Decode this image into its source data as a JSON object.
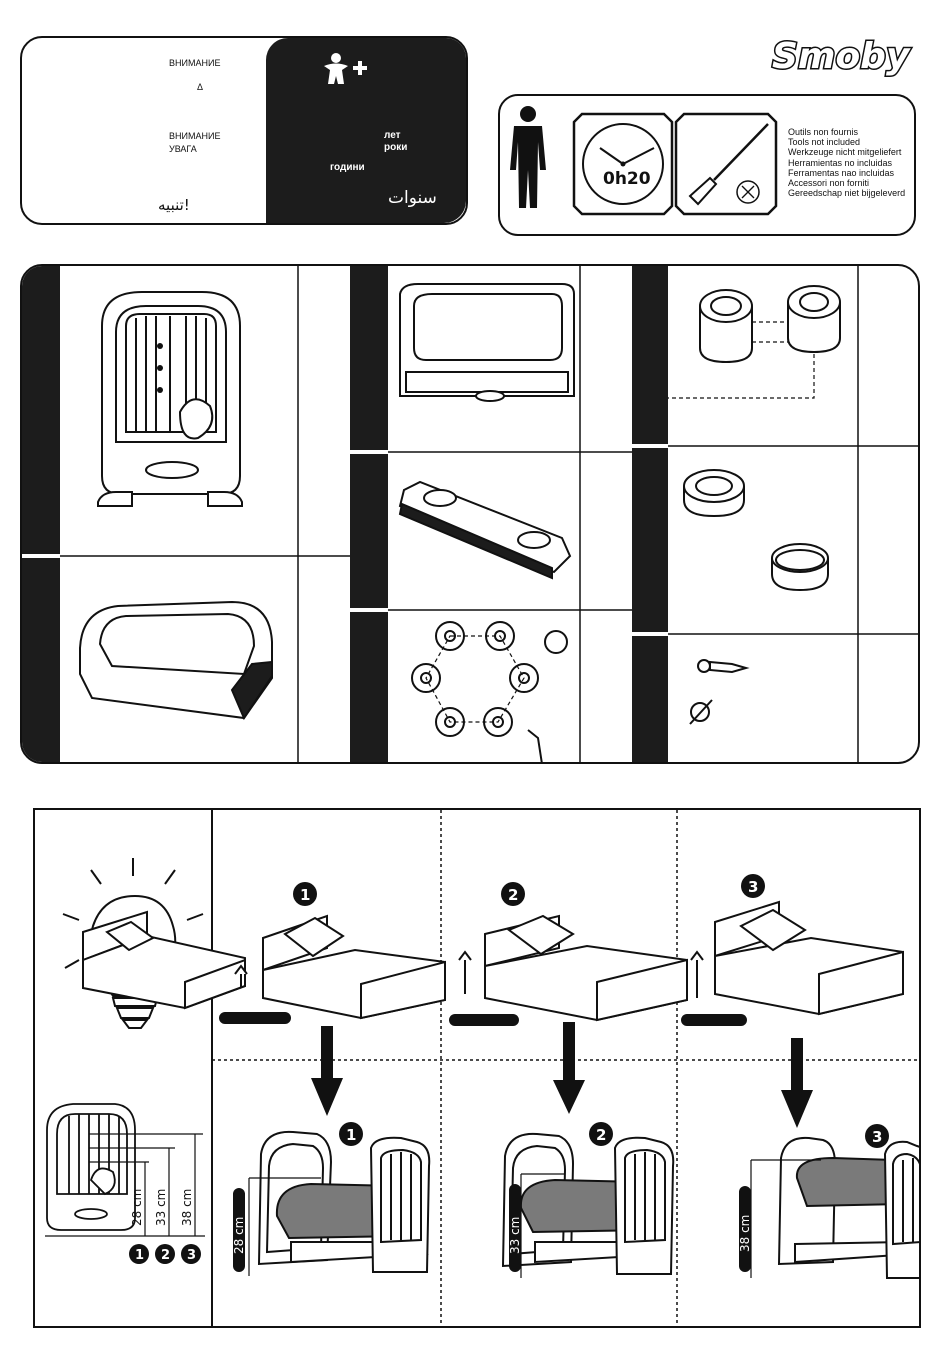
{
  "warning": {
    "attention_1": "ВНИМАНИЕ",
    "symbol": "Δ",
    "attention_2": "ВНИМАНИЕ",
    "attention_3": "УВАГА",
    "arabic_warning": "تنبيه!",
    "age_years_1": "лет",
    "age_years_2": "роки",
    "age_years_3": "години",
    "age_years_arabic": "سنوات"
  },
  "brand": {
    "name": "Smoby"
  },
  "assembly": {
    "time": "0h20",
    "tools_not_included": [
      "Outils non  fournis",
      "Tools not included",
      "Werkzeuge nicht mitgeliefert",
      "Herramientas no incluidas",
      "Ferramentas nao incluidas",
      "Accessori non forniti",
      "Gereedschap niet bijgeleverd"
    ]
  },
  "steps": {
    "positions": [
      "1",
      "2",
      "3"
    ],
    "heights": [
      "28 cm",
      "33 cm",
      "38 cm"
    ]
  },
  "colors": {
    "ink": "#111111",
    "panel": "#1c1c1c",
    "mattress": "#7a7a7a"
  }
}
